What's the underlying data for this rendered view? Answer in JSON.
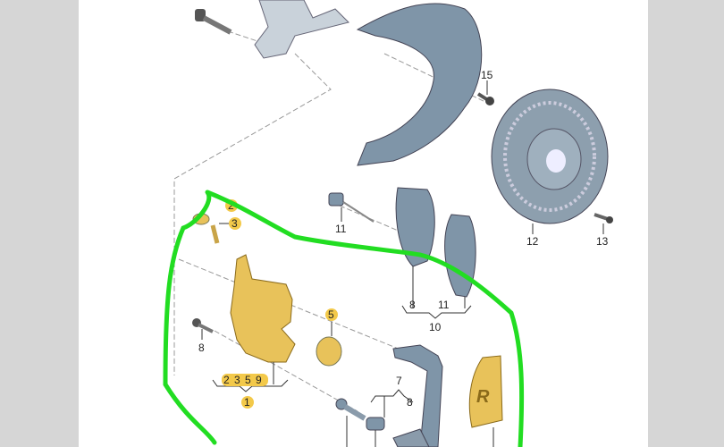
{
  "diagram": {
    "labels": {
      "shield_bolt": "15",
      "disc": "12",
      "disc_screw": "13",
      "wear_sensor": "11",
      "pad_outer": "8",
      "pad_inner": "11",
      "pad_set": "10",
      "bleed_screw": "3",
      "cap": "2",
      "piston_seal": "5",
      "guide_bolt": "8",
      "caliper_sub": [
        "2",
        "3",
        "5",
        "9"
      ],
      "caliper": "1",
      "carrier_sub_a": "7",
      "carrier_sub_b": "8"
    },
    "colors": {
      "highlight_part": "#e8c25a",
      "highlight_badge": "#f3c94a",
      "grey_part": "#7f95a8",
      "annotation_stroke": "#22dd22",
      "side_bars": "#d6d6d6"
    }
  }
}
